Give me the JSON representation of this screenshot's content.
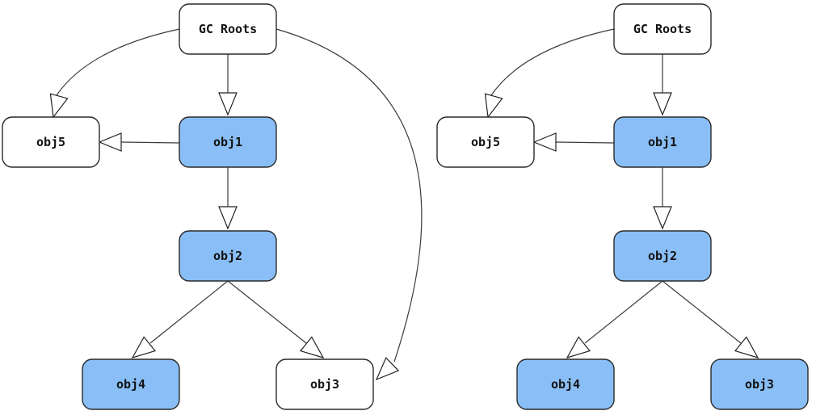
{
  "colors": {
    "highlight": "#89bff6",
    "plain": "#ffffff"
  },
  "diagrams": [
    {
      "nodes": [
        {
          "id": "gc-roots",
          "label": "GC Roots",
          "highlighted": false
        },
        {
          "id": "obj5",
          "label": "obj5",
          "highlighted": false
        },
        {
          "id": "obj1",
          "label": "obj1",
          "highlighted": true
        },
        {
          "id": "obj2",
          "label": "obj2",
          "highlighted": true
        },
        {
          "id": "obj4",
          "label": "obj4",
          "highlighted": true
        },
        {
          "id": "obj3",
          "label": "obj3",
          "highlighted": false
        }
      ],
      "edges": [
        {
          "from": "gc-roots",
          "to": "obj5"
        },
        {
          "from": "gc-roots",
          "to": "obj1"
        },
        {
          "from": "gc-roots",
          "to": "obj3"
        },
        {
          "from": "obj1",
          "to": "obj5"
        },
        {
          "from": "obj1",
          "to": "obj2"
        },
        {
          "from": "obj2",
          "to": "obj4"
        },
        {
          "from": "obj2",
          "to": "obj3"
        }
      ]
    },
    {
      "nodes": [
        {
          "id": "gc-roots",
          "label": "GC Roots",
          "highlighted": false
        },
        {
          "id": "obj5",
          "label": "obj5",
          "highlighted": false
        },
        {
          "id": "obj1",
          "label": "obj1",
          "highlighted": true
        },
        {
          "id": "obj2",
          "label": "obj2",
          "highlighted": true
        },
        {
          "id": "obj4",
          "label": "obj4",
          "highlighted": true
        },
        {
          "id": "obj3",
          "label": "obj3",
          "highlighted": true
        }
      ],
      "edges": [
        {
          "from": "gc-roots",
          "to": "obj5"
        },
        {
          "from": "gc-roots",
          "to": "obj1"
        },
        {
          "from": "obj1",
          "to": "obj5"
        },
        {
          "from": "obj1",
          "to": "obj2"
        },
        {
          "from": "obj2",
          "to": "obj4"
        },
        {
          "from": "obj2",
          "to": "obj3"
        }
      ]
    }
  ]
}
